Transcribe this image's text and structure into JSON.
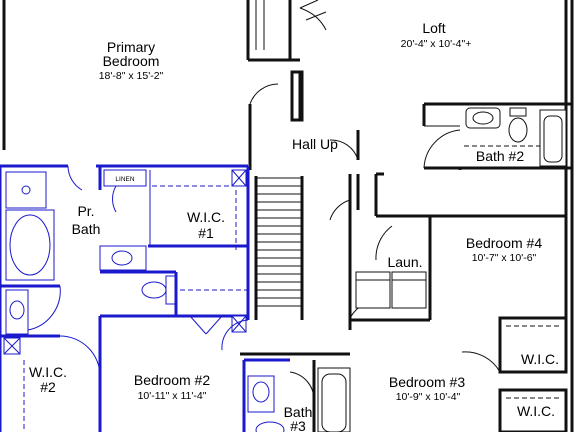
{
  "rooms": {
    "primary_bedroom": {
      "name_line1": "Primary",
      "name_line2": "Bedroom",
      "dims": "18'-8\" x 15'-2\""
    },
    "loft": {
      "name": "Loft",
      "dims": "20'-4\" x 10'-4\"+"
    },
    "hall_up": {
      "name": "Hall Up"
    },
    "bath2": {
      "name": "Bath #2"
    },
    "linen": {
      "name": "LINEN"
    },
    "pr_bath": {
      "name_line1": "Pr.",
      "name_line2": "Bath"
    },
    "wic1": {
      "name_line1": "W.I.C.",
      "name_line2": "#1"
    },
    "bedroom4": {
      "name": "Bedroom #4",
      "dims": "10'-7\" x 10'-6\""
    },
    "laundry": {
      "name": "Laun."
    },
    "wic2": {
      "name_line1": "W.I.C.",
      "name_line2": "#2"
    },
    "bedroom2": {
      "name": "Bedroom #2",
      "dims": "10'-11\" x 11'-4\""
    },
    "bath3": {
      "name_line1": "Bath",
      "name_line2": "#3"
    },
    "bedroom3": {
      "name": "Bedroom #3",
      "dims": "10'-9\" x 10'-4\""
    },
    "wic_right_upper": {
      "name": "W.I.C."
    },
    "wic_right_lower": {
      "name": "W.I.C."
    }
  },
  "colors": {
    "highlight": "#1a1acc",
    "walls": "#111111",
    "background": "#ffffff"
  }
}
